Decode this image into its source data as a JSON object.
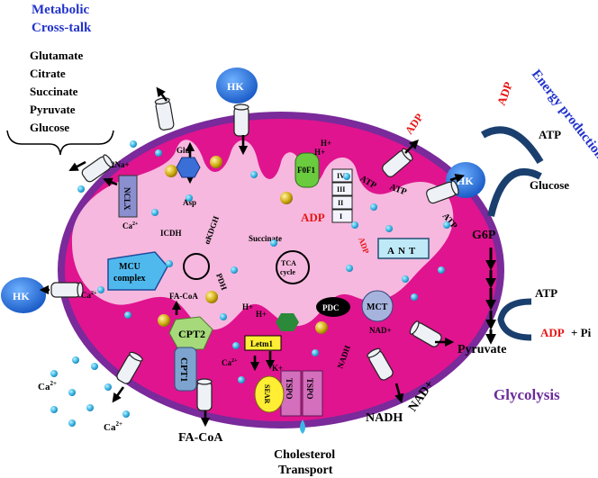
{
  "header": {
    "title_line1": "Metabolic",
    "title_line2": "Cross-talk"
  },
  "metabolites": [
    "Glutamate",
    "Citrate",
    "Succinate",
    "Pyruvate",
    "Glucose"
  ],
  "energy": {
    "title": "Energy production",
    "adp_curved": "ADP",
    "atp": "ATP",
    "glucose": "Glucose",
    "hk": "HK",
    "g6p": "G6P"
  },
  "glycolysis": {
    "title": "Glycolysis",
    "atp": "ATP",
    "adp": "ADP",
    "plus_pi": "+ Pi",
    "pyruvate": "Pyruvate"
  },
  "labels": {
    "hk": "HK",
    "two_na": "2Na+",
    "ca2_cell": "Ca",
    "ca2_sup": "2+",
    "nclx": "NCLX",
    "glu": "Glu",
    "asp": "Asp",
    "icdh": "ICDH",
    "akdgh": "αKDGH",
    "pdh": "PDH",
    "succinate": "Succinate",
    "tca": "TCA cycle",
    "fa_coa_inner": "FA-CoA",
    "fa_coa_outer": "FA-CoA",
    "mcu": "MCU complex",
    "cpt2": "CPT2",
    "cpt1": "CPT1",
    "h_plus": "H+",
    "letm1": "Letm1",
    "k_plus": "K+",
    "pdc": "PDC",
    "mct": "MCT",
    "nad_plus": "NAD+",
    "nadh": "NADH",
    "f0f1": "F0F1",
    "adp_red": "ADP",
    "atp": "ATP",
    "ant": "ANT",
    "tspo": "TSPO",
    "sear": "SEAR",
    "complexes": [
      "IV",
      "III",
      "II",
      "I"
    ],
    "cholesterol_line1": "Cholesterol",
    "cholesterol_line2": "Transport",
    "nadh_out": "NADH",
    "nad_plus_out": "NAD+"
  },
  "colors": {
    "outer_membrane": "#7a2a9a",
    "matrix": "#e0148f",
    "cristae": "#f6b8de",
    "blue_text": "#2233cc",
    "red_text": "#e81414",
    "purple_text": "#6a2c9a",
    "hk_blue": "#1f72e8",
    "ca_dot": "#3bb8e6",
    "gold": "#d4b017"
  }
}
